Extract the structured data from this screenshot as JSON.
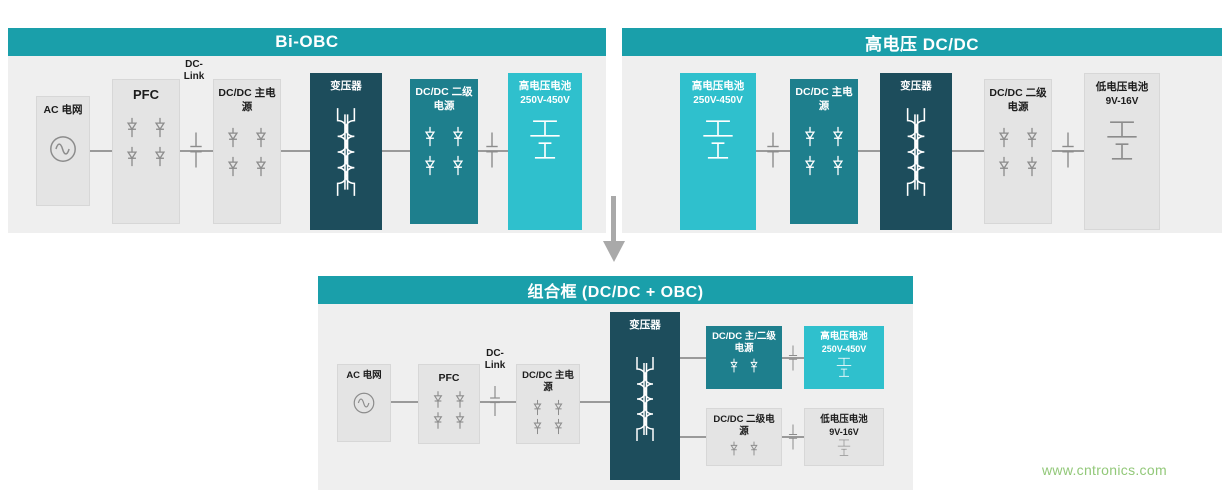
{
  "watermark": "www.cntronics.com",
  "colors": {
    "header_teal": "#1a9faa",
    "block_dark_teal": "#1d4d5c",
    "block_mid_teal": "#1e7f8d",
    "block_cyan": "#2fc0cd",
    "panel_bg": "#efefef",
    "block_gray": "#e4e4e4",
    "wire_gray": "#9a9a9a",
    "arrow_gray": "#a9a9a9",
    "watermark_green": "#92c879"
  },
  "bi_obc": {
    "title": "Bi-OBC",
    "ac_grid": "AC 电网",
    "pfc": "PFC",
    "dc_link": "DC-Link",
    "dcdc_primary": "DC/DC 主电源",
    "transformer": "变压器",
    "dcdc_secondary": "DC/DC 二级电源",
    "hv_battery": "高电压电池",
    "hv_battery_range": "250V-450V"
  },
  "hv_dcdc": {
    "title": "高电压 DC/DC",
    "hv_battery": "高电压电池",
    "hv_battery_range": "250V-450V",
    "dcdc_primary": "DC/DC 主电源",
    "transformer": "变压器",
    "dcdc_secondary": "DC/DC 二级电源",
    "lv_battery": "低电压电池",
    "lv_battery_range": "9V-16V"
  },
  "combo": {
    "title": "组合框 (DC/DC + OBC)",
    "ac_grid": "AC 电网",
    "pfc": "PFC",
    "dc_link": "DC-Link",
    "dcdc_primary": "DC/DC 主电源",
    "transformer": "变压器",
    "dcdc_pri_sec": "DC/DC 主/二级电源",
    "hv_battery": "高电压电池",
    "hv_battery_range": "250V-450V",
    "dcdc_secondary": "DC/DC 二级电源",
    "lv_battery": "低电压电池",
    "lv_battery_range": "9V-16V"
  }
}
